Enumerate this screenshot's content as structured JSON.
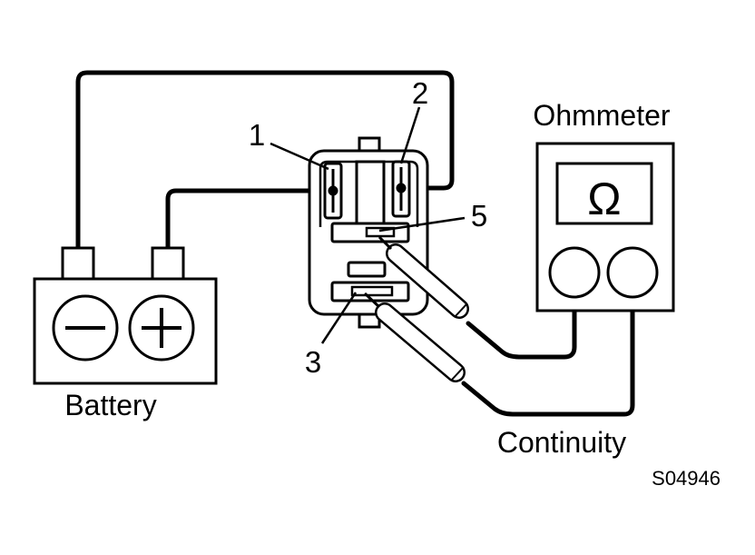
{
  "labels": {
    "battery": "Battery",
    "ohmmeter": "Ohmmeter",
    "continuity": "Continuity",
    "drawing_code": "S04946"
  },
  "terminals": [
    "1",
    "2",
    "3",
    "5"
  ],
  "meter_symbol": "Ω",
  "battery_symbols": {
    "negative": "minus-icon",
    "positive": "plus-icon"
  }
}
